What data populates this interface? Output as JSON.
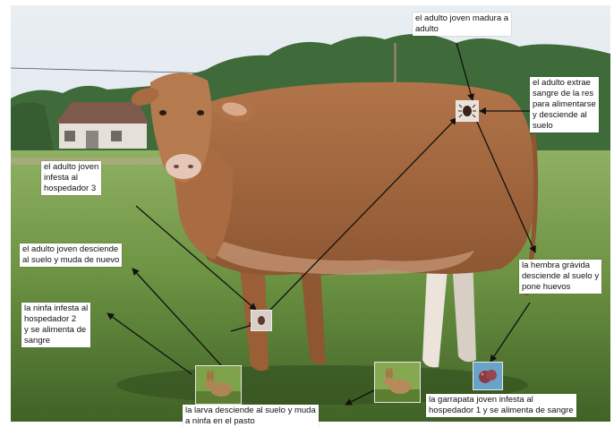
{
  "labels": {
    "adult_matures": "el adulto joven madura a\nadulto",
    "adult_feeds": "el adulto extrae\nsangre de la res\npara alimentarse\ny desciende al\nsuelo",
    "adult_infests_host3": "el adulto joven\ninfesta al\nhospedador 3",
    "adult_descends_molts": "el adulto joven desciende\nal suelo y muda de nuevo",
    "female_lays_eggs": "la hembra grávida\ndesciende al suelo y\npone huevos",
    "nymph_infests_host2": "la ninfa infesta al\nhospedador 2\ny se alimenta de\nsangre",
    "larva_descends_molts": "la larva desciende al suelo y muda\na ninfa en el pasto",
    "tick_infests_host1": "la garrapata joven infesta al\nhospedador 1 y se alimenta de sangre"
  },
  "icons": {
    "tick": "tick-icon",
    "rabbit_left": "rabbit-icon",
    "rabbit_right": "rabbit-icon",
    "eggs": "tick-eggs-icon",
    "cow": "cow-photo"
  },
  "colors": {
    "arrow": "#111111",
    "cow_body": "#a86a40",
    "grass": "#5f8a3c",
    "sky": "#dfe7ee"
  }
}
